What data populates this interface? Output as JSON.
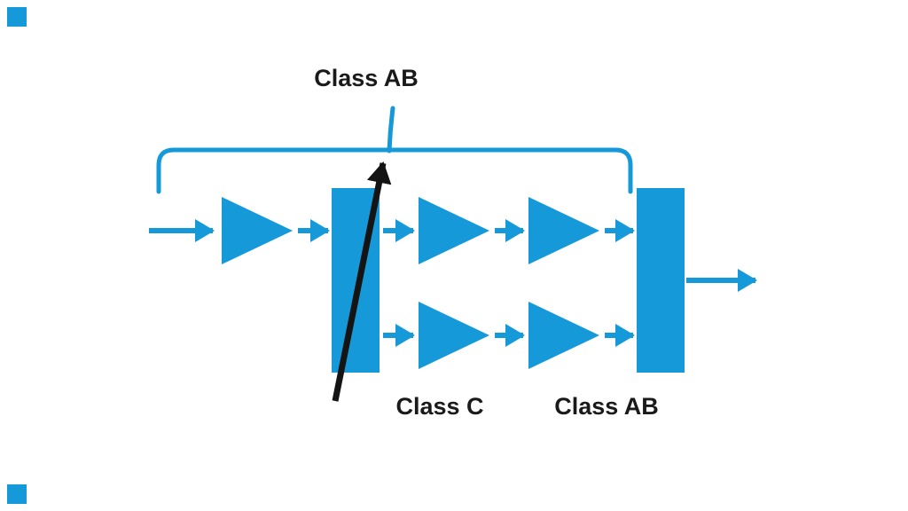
{
  "diagram": {
    "labels": {
      "top": "Class AB",
      "class_c": "Class C",
      "class_ab_bottom": "Class AB"
    },
    "colors": {
      "accent_blue": "#1699d8",
      "annotation_black": "#141414",
      "text_black": "#1a1a1a",
      "background": "#ffffff"
    }
  }
}
